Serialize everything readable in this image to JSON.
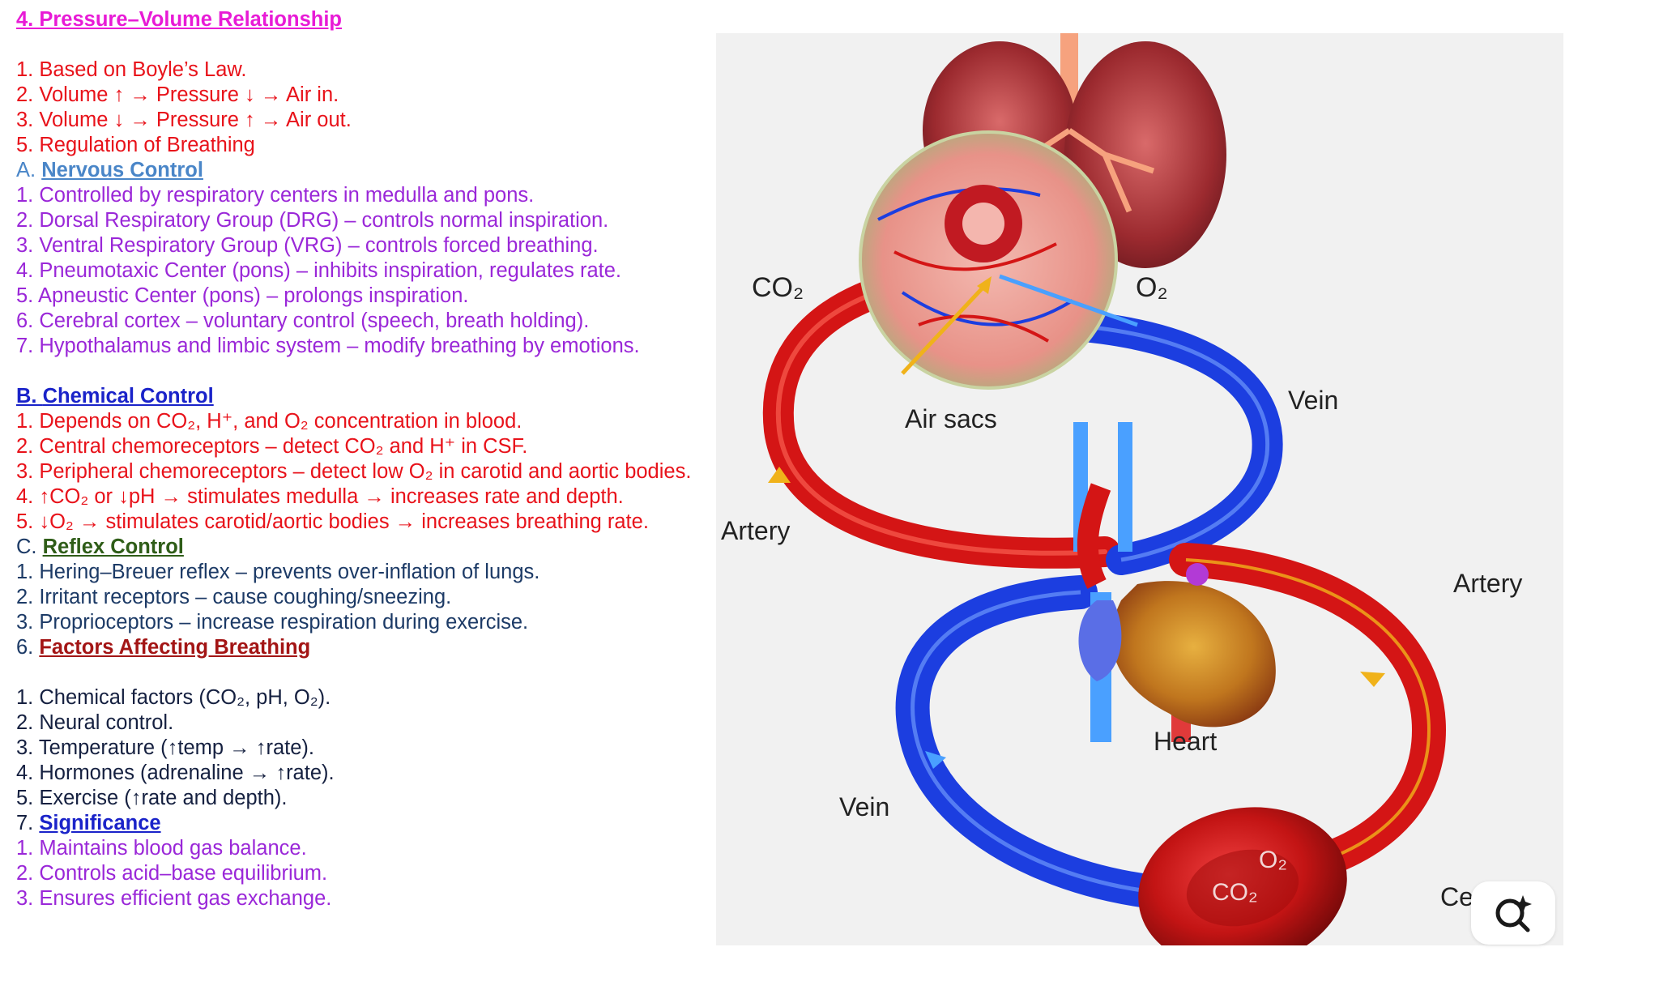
{
  "notes": {
    "title": "4. Pressure–Volume Relationship",
    "lines": [
      {
        "text": "",
        "color": "#000000"
      },
      {
        "text": "1. Based on Boyle’s Law.",
        "color": "#e8121a"
      },
      {
        "text": "2. Volume ↑ → Pressure ↓ → Air in.",
        "color": "#e8121a"
      },
      {
        "text": "3. Volume ↓ → Pressure ↑ → Air out.",
        "color": "#e8121a"
      },
      {
        "text": "5. Regulation of Breathing",
        "color": "#e8121a"
      },
      {
        "prefix": "A. ",
        "heading": "Nervous Control",
        "color": "#4a86c8"
      },
      {
        "text": "1. Controlled by respiratory centers in medulla and pons.",
        "color": "#9a27d8"
      },
      {
        "text": "2. Dorsal Respiratory Group (DRG) – controls normal inspiration.",
        "color": "#9a27d8"
      },
      {
        "text": "3. Ventral Respiratory Group (VRG) – controls forced breathing.",
        "color": "#9a27d8"
      },
      {
        "text": "4. Pneumotaxic Center (pons) – inhibits inspiration, regulates rate.",
        "color": "#9a27d8"
      },
      {
        "text": "5. Apneustic Center (pons) – prolongs inspiration.",
        "color": "#9a27d8"
      },
      {
        "text": "6. Cerebral cortex – voluntary control (speech, breath holding).",
        "color": "#9a27d8"
      },
      {
        "text": "7. Hypothalamus and limbic system – modify breathing by emotions.",
        "color": "#9a27d8"
      },
      {
        "text": "",
        "color": "#000000"
      },
      {
        "prefix": "B. ",
        "heading": "Chemical Control",
        "color": "#1a23c9",
        "underline_prefix": true
      },
      {
        "text": "1. Depends on CO₂, H⁺, and O₂ concentration in blood.",
        "color": "#e8121a"
      },
      {
        "text": "2. Central chemoreceptors – detect CO₂ and H⁺ in CSF.",
        "color": "#e8121a"
      },
      {
        "text": "3. Peripheral chemoreceptors – detect low O₂ in carotid and aortic bodies.",
        "color": "#e8121a"
      },
      {
        "text": "4. ↑CO₂ or ↓pH → stimulates medulla → increases rate and depth.",
        "color": "#e8121a"
      },
      {
        "text": "5. ↓O₂ → stimulates carotid/aortic bodies → increases breathing rate.",
        "color": "#e8121a"
      },
      {
        "prefix": "C. ",
        "heading": "Reflex Control",
        "color": "#2f5d18",
        "prefix_color": "#1c3a66"
      },
      {
        "text": "1. Hering–Breuer reflex – prevents over-inflation of lungs.",
        "color": "#1c3a66"
      },
      {
        "text": "2. Irritant receptors – cause coughing/sneezing.",
        "color": "#1c3a66"
      },
      {
        "text": "3. Proprioceptors – increase respiration during exercise.",
        "color": "#1c3a66"
      },
      {
        "prefix": "6. ",
        "heading": "Factors Affecting Breathing",
        "color": "#a31515",
        "prefix_color": "#1c3a66"
      },
      {
        "text": "",
        "color": "#000000"
      },
      {
        "text": "1. Chemical factors (CO₂, pH, O₂).",
        "color": "#152040"
      },
      {
        "text": "2. Neural control.",
        "color": "#152040"
      },
      {
        "text": "3. Temperature (↑temp → ↑rate).",
        "color": "#152040"
      },
      {
        "text": "4. Hormones (adrenaline → ↑rate).",
        "color": "#152040"
      },
      {
        "text": "5. Exercise (↑rate and depth).",
        "color": "#152040"
      },
      {
        "prefix": "7. ",
        "heading": "Significance",
        "color": "#1a23c9",
        "prefix_color": "#152040"
      },
      {
        "text": "1. Maintains blood gas balance.",
        "color": "#9a27d8"
      },
      {
        "text": "2. Controls acid–base equilibrium.",
        "color": "#9a27d8"
      },
      {
        "text": "3. Ensures efficient gas exchange.",
        "color": "#9a27d8"
      }
    ]
  },
  "figure": {
    "labels": {
      "co2_top": "CO₂",
      "o2_top": "O₂",
      "air_sacs": "Air sacs",
      "vein_top": "Vein",
      "artery_left": "Artery",
      "artery_right": "Artery",
      "heart": "Heart",
      "vein_bottom": "Vein",
      "cell_o2": "O₂",
      "cell_co2": "CO₂",
      "cell_partial": "Ce"
    }
  },
  "lens_button": {
    "icon": "visual-search-icon"
  },
  "colors": {
    "title": "#e81bd6",
    "artery": "#d41515",
    "vein": "#1c3ee0",
    "arrow": "#f0b21a"
  }
}
